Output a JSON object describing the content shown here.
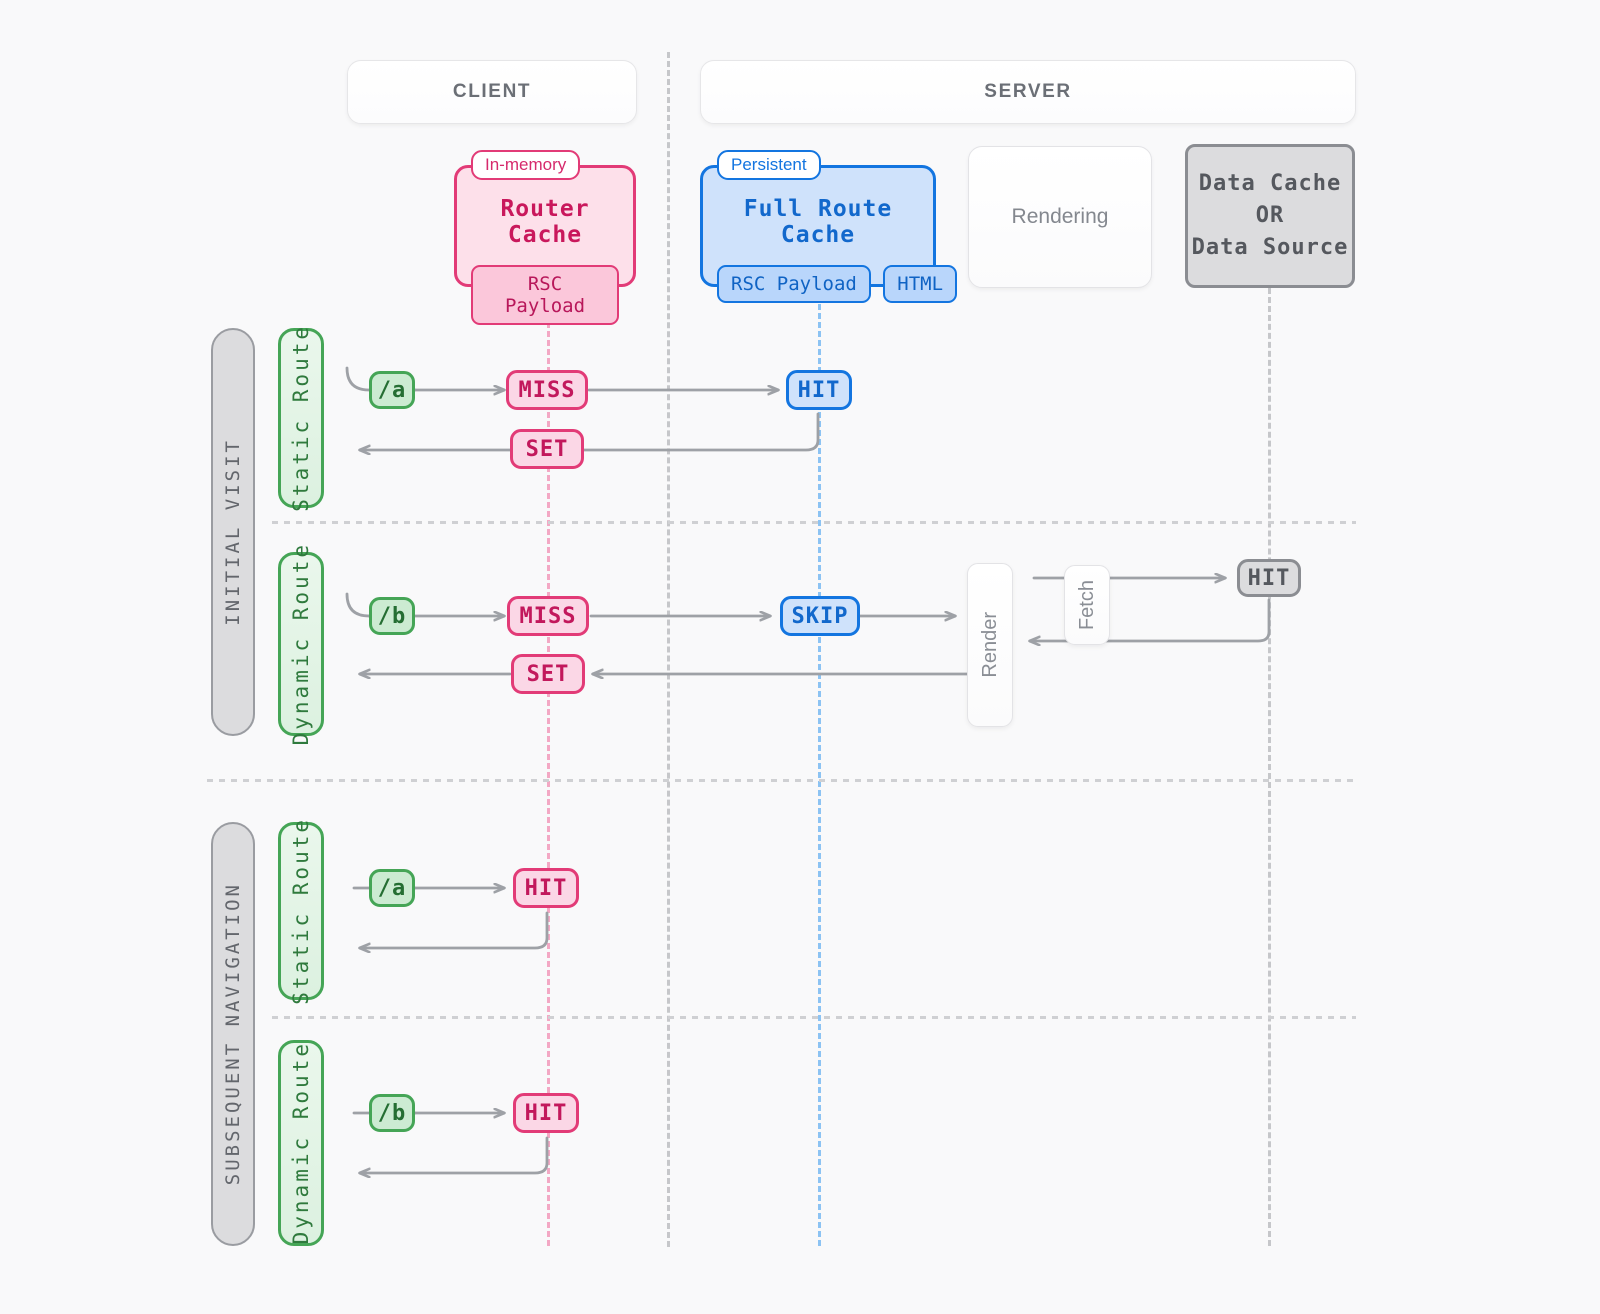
{
  "lanes": [
    {
      "id": "client",
      "label": "CLIENT"
    },
    {
      "id": "server",
      "label": "SERVER"
    }
  ],
  "components": [
    {
      "id": "router-cache",
      "tag": "In-memory",
      "title": "Router Cache",
      "chips": [
        "RSC Payload"
      ],
      "accent": "#e23b77"
    },
    {
      "id": "full-route-cache",
      "tag": "Persistent",
      "title": "Full Route Cache",
      "chips": [
        "RSC Payload",
        "HTML"
      ],
      "accent": "#1375e0"
    },
    {
      "id": "rendering",
      "title": "Rendering",
      "accent": "#e3e3e6"
    },
    {
      "id": "data-cache",
      "title": "Data Cache\nOR\nData Source",
      "lines": [
        "Data Cache",
        "OR",
        "Data Source"
      ],
      "accent": "#8b8d92"
    }
  ],
  "phases": [
    {
      "id": "initial-visit",
      "label": "INITIAL VISIT"
    },
    {
      "id": "subsequent-navigation",
      "label": "SUBSEQUENT NAVIGATION"
    }
  ],
  "rows": [
    {
      "id": "initial-static",
      "phase": "INITIAL VISIT",
      "route_label": "Static Route",
      "request": "/a",
      "badges": [
        {
          "name": "router-cache-status",
          "text": "MISS",
          "style": "pink"
        },
        {
          "name": "full-route-cache-status",
          "text": "HIT",
          "style": "blue"
        },
        {
          "name": "router-cache-set",
          "text": "SET",
          "style": "pink"
        }
      ]
    },
    {
      "id": "initial-dynamic",
      "phase": "INITIAL VISIT",
      "route_label": "Dynamic Route",
      "request": "/b",
      "badges": [
        {
          "name": "router-cache-status",
          "text": "MISS",
          "style": "pink"
        },
        {
          "name": "full-route-cache-status",
          "text": "SKIP",
          "style": "blue"
        },
        {
          "name": "data-cache-status",
          "text": "HIT",
          "style": "grey"
        },
        {
          "name": "router-cache-set",
          "text": "SET",
          "style": "pink"
        }
      ],
      "processes": [
        "Render",
        "Fetch"
      ]
    },
    {
      "id": "subsequent-static",
      "phase": "SUBSEQUENT NAVIGATION",
      "route_label": "Static Route",
      "request": "/a",
      "badges": [
        {
          "name": "router-cache-status",
          "text": "HIT",
          "style": "pink"
        }
      ]
    },
    {
      "id": "subsequent-dynamic",
      "phase": "SUBSEQUENT NAVIGATION",
      "route_label": "Dynamic Route",
      "request": "/b",
      "badges": [
        {
          "name": "router-cache-status",
          "text": "HIT",
          "style": "pink"
        }
      ]
    }
  ],
  "colors": {
    "background": "#f9f9fa",
    "pink": "#e23b77",
    "blue": "#1375e0",
    "green": "#45a556",
    "grey": "#8b8d92",
    "arrow": "#9ea1a6",
    "divider": "#cfd0d3"
  }
}
